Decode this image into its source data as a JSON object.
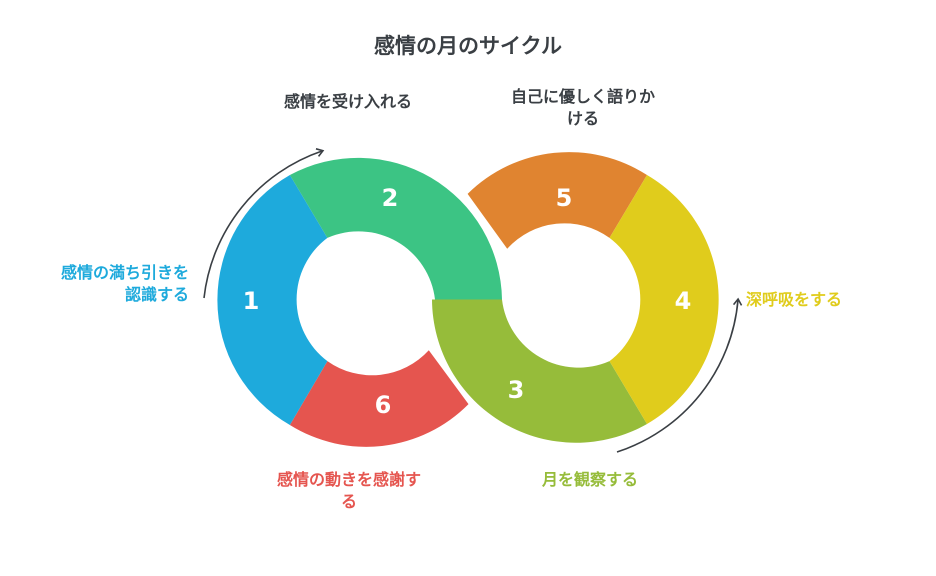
{
  "title": "感情の月のサイクル",
  "colors": {
    "step1": "#1eaadc",
    "step2": "#3cc484",
    "step3": "#96bc3a",
    "step4": "#e0cc1c",
    "step5": "#e08430",
    "step6": "#e5554f",
    "text_dark": "#3a3f44",
    "arrow": "#3a3f44"
  },
  "steps": [
    {
      "number": "1",
      "label": "感情の満ち引きを認識する"
    },
    {
      "number": "2",
      "label": "感情を受け入れる"
    },
    {
      "number": "3",
      "label": "月を観察する"
    },
    {
      "number": "4",
      "label": "深呼吸をする"
    },
    {
      "number": "5",
      "label": "自己に優しく語りかける"
    },
    {
      "number": "6",
      "label": "感情の動きを感謝する"
    }
  ],
  "label_lines": {
    "step1": [
      "感情の満ち引きを",
      "認識する"
    ],
    "step5": [
      "自己に優しく語りか",
      "ける"
    ],
    "step6": [
      "感情の動きを感謝す",
      "る"
    ]
  }
}
